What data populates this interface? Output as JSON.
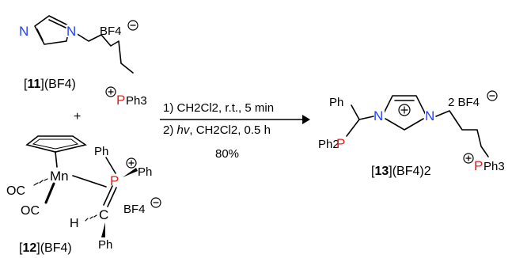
{
  "reactant_1": {
    "cation_label": "[11](BF4)",
    "label_number": "11",
    "label_suffix": "(BF4)",
    "counterion": "BF4",
    "ring_N1": "N",
    "ring_N3": "N",
    "phosphonium_P": "P",
    "phosphonium_substituent": "Ph3"
  },
  "plus_sign": "+",
  "reactant_2": {
    "label_number": "12",
    "label_suffix": "(BF4)",
    "metal": "Mn",
    "carbonyl_1": "OC",
    "carbonyl_2": "OC",
    "P_atom": "P",
    "P_substituent_1": "Ph",
    "P_substituent_2": "Ph",
    "C_atom": "C",
    "H_atom": "H",
    "C_substituent": "Ph",
    "counterion": "BF4"
  },
  "conditions": {
    "step_1": "1) CH2Cl2, r.t., 5 min",
    "step_2_prefix": "2) ",
    "step_2_hv": "hv",
    "step_2_rest": ", CH2Cl2, 0.5 h",
    "yield": "80%"
  },
  "product": {
    "label_number": "13",
    "label_suffix": "(BF4)2",
    "ring_N1": "N",
    "ring_N3": "N",
    "ph_on_CH": "Ph",
    "phosphine_P": "P",
    "phosphine_substituent": "Ph2",
    "counterion_stoich": "2 BF4",
    "phosphonium_P": "P",
    "phosphonium_substituent": "Ph3"
  },
  "colors": {
    "nitrogen": "#1f3fff",
    "phosphorus": "#e2201e",
    "bond": "#000000"
  }
}
